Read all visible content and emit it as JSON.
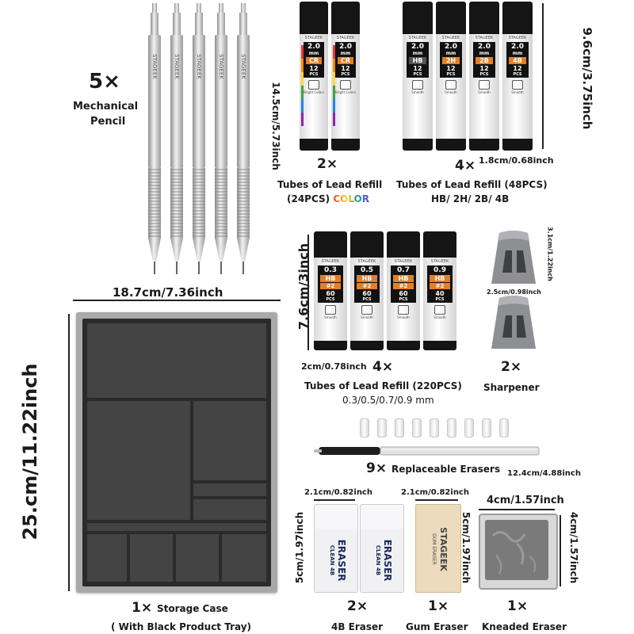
{
  "pencils": {
    "count": "5×",
    "label_line1": "Mechanical",
    "label_line2": "Pencil",
    "height_dim": "14.5cm/5.73inch",
    "width_dim": "18.7cm/7.36inch",
    "brand": "STAGEEK"
  },
  "color_tubes": {
    "count": "2×",
    "title": "Tubes of Lead Refill",
    "sub_prefix": "(24PCS) ",
    "sub_color": "COLOR",
    "brand": "STAGEEK",
    "size": "2.0",
    "unit": "mm",
    "grade": "CR",
    "pcs": "12",
    "pcs_unit": "PCS",
    "desc": "Bright Colors",
    "rainbow": [
      "#e53935",
      "#fb8c00",
      "#fdd835",
      "#43a047",
      "#1e88e5",
      "#8e24aa"
    ]
  },
  "hb_tubes": {
    "count": "4×",
    "title": "Tubes of Lead Refill (48PCS)",
    "grades_line": "HB/ 2H/ 2B/ 4B",
    "height_dim": "9.6cm/3.75inch",
    "width_dim": "1.8cm/0.68inch",
    "brand": "STAGEEK",
    "size": "2.0",
    "unit": "mm",
    "pcs": "12",
    "pcs_unit": "PCS",
    "desc": "Smooth",
    "items": [
      {
        "grade": "HB"
      },
      {
        "grade": "2H"
      },
      {
        "grade": "2B"
      },
      {
        "grade": "4B"
      }
    ]
  },
  "fine_tubes": {
    "count": "4×",
    "title": "Tubes of Lead Refill (220PCS)",
    "sizes_line": "0.3/0.5/0.7/0.9 mm",
    "height_dim": "7.6cm/3inch",
    "width_dim": "2cm/0.78inch",
    "brand": "STAGEEK",
    "grade": "HB",
    "grade2": "#2",
    "pcs_unit": "PCS",
    "desc": "Smooth",
    "items": [
      {
        "size": "0.3",
        "pcs": "60"
      },
      {
        "size": "0.5",
        "pcs": "60"
      },
      {
        "size": "0.7",
        "pcs": "60"
      },
      {
        "size": "0.9",
        "pcs": "40"
      }
    ]
  },
  "sharpener": {
    "count": "2×",
    "label": "Sharpener",
    "height_dim": "3.1cm/1.22inch",
    "width_dim": "2.5cm/0.98inch"
  },
  "storage_case": {
    "count": "1×",
    "label": "Storage Case",
    "sub": "( With Black Product Tray)",
    "height_dim": "25.cm/11.22inch"
  },
  "erasers_refill": {
    "count": "9×",
    "label": "Replaceable Erasers",
    "length_dim": "12.4cm/4.88inch"
  },
  "eraser_4b": {
    "count": "2×",
    "label": "4B Eraser",
    "width_dim": "2.1cm/0.82inch",
    "height_dim": "5cm/1.97inch",
    "text1": "ERASER",
    "text2": "CLEAN 4B"
  },
  "gum_eraser": {
    "count": "1×",
    "label": "Gum Eraser",
    "width_dim": "2.1cm/0.82inch",
    "height_dim": "5cm/1.97inch",
    "brand": "STAGEEK",
    "text": "GUM ERASER"
  },
  "kneaded_eraser": {
    "count": "1×",
    "label": "Kneaded Eraser",
    "width_dim": "4cm/1.57inch",
    "height_dim": "4cm/1.57inch"
  }
}
